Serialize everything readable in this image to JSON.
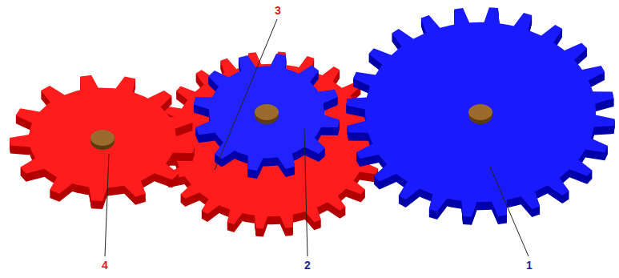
{
  "diagram": {
    "labels": [
      "3",
      "4",
      "2",
      "1"
    ]
  }
}
